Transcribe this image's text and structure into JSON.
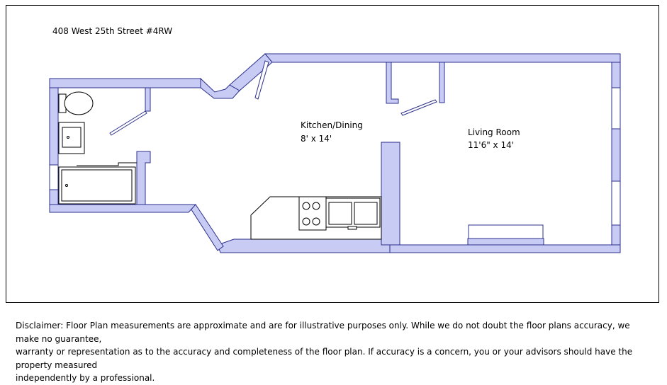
{
  "plan": {
    "address": "408 West 25th Street #4RW",
    "rooms": [
      {
        "name": "Kitchen/Dining",
        "size": "8' x 14'"
      },
      {
        "name": "Living Room",
        "size": "11'6\" x 14'"
      }
    ]
  },
  "colors": {
    "wall_fill": "#c8ccf5",
    "wall_stroke": "#2b2f8a",
    "fixture_stroke": "#000000"
  },
  "disclaimer": "Disclaimer:  Floor Plan measurements are approximate and are for illustrative purposes only.  While we do not doubt the floor plans accuracy, we make no guarantee,\nwarranty or representation as to the accuracy and completeness of the floor plan.  If accuracy is a concern, you or your advisors should have the property measured\n independently by a professional."
}
